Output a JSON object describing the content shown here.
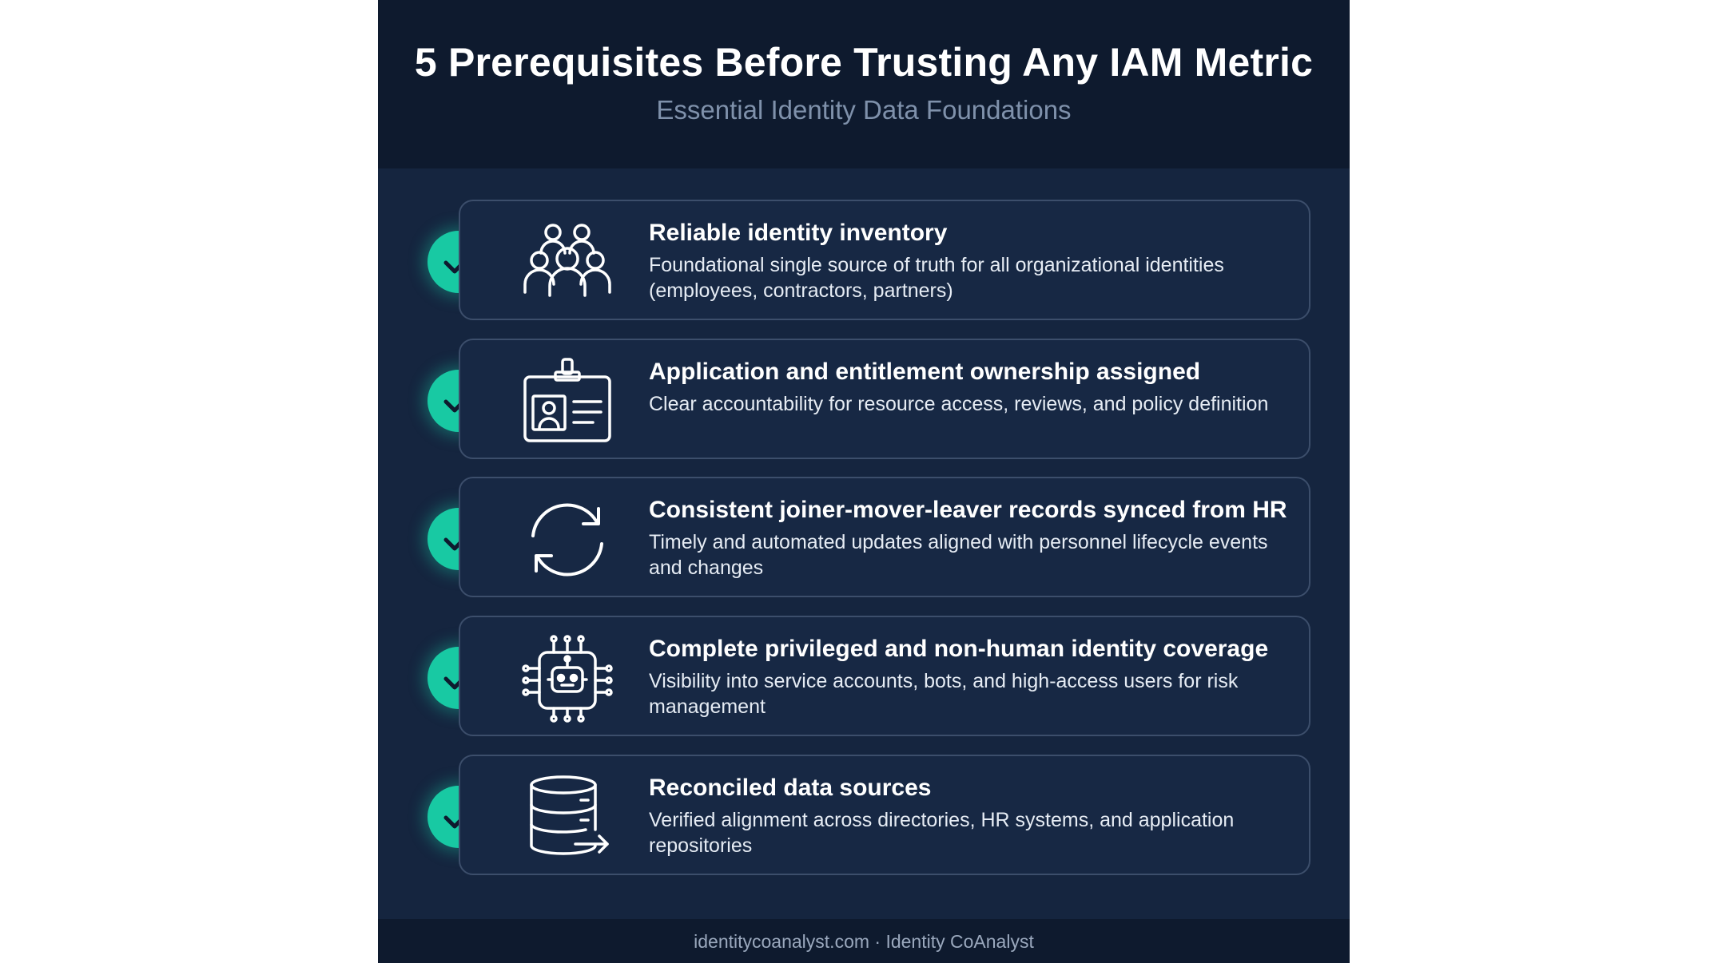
{
  "header": {
    "title": "5 Prerequisites Before Trusting Any IAM Metric",
    "subtitle": "Essential Identity Data Foundations"
  },
  "items": [
    {
      "icon": "people-group-icon",
      "title": "Reliable identity inventory",
      "description": "Foundational single source of truth for all organizational identities (employees, contractors, partners)"
    },
    {
      "icon": "id-badge-icon",
      "title": "Application and entitlement ownership assigned",
      "description": "Clear accountability for resource access, reviews, and policy definition"
    },
    {
      "icon": "sync-arrows-icon",
      "title": "Consistent joiner-mover-leaver records synced from HR",
      "description": "Timely and automated updates aligned with personnel lifecycle events and changes"
    },
    {
      "icon": "robot-chip-icon",
      "title": "Complete privileged and non-human identity coverage",
      "description": "Visibility into service accounts, bots, and high-access users for risk management"
    },
    {
      "icon": "database-arrow-icon",
      "title": "Reconciled data sources",
      "description": "Verified alignment across directories, HR systems, and application repositories"
    }
  ],
  "footer": {
    "text": "identitycoanalyst.com · Identity CoAnalyst"
  },
  "colors": {
    "background": "#15253f",
    "header": "#0e1a2e",
    "accent": "#18c9a3",
    "card_border": "#3c4e6b"
  }
}
